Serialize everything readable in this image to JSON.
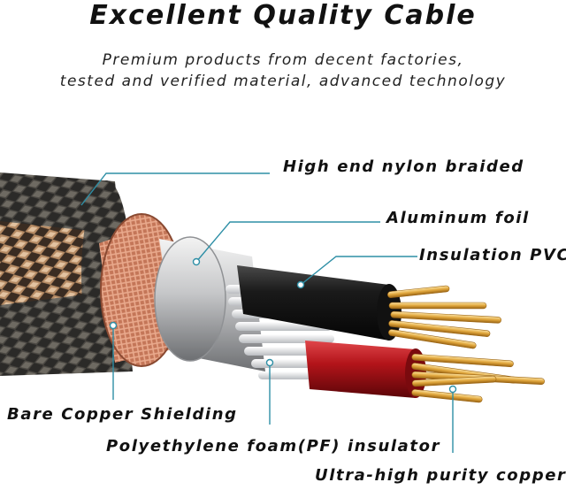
{
  "header": {
    "title": "Excellent Quality Cable",
    "subtitle_line1": "Premium products from decent factories,",
    "subtitle_line2": "tested and verified material, advanced technology"
  },
  "labels": {
    "nylon": "High end nylon braided",
    "foil": "Aluminum foil",
    "pvc": "Insulation PVC",
    "shield": "Bare Copper Shielding",
    "pf": "Polyethylene foam(PF) insulator",
    "copper": "Ultra-high purity copper"
  },
  "colors": {
    "leader_line": "#2e8fa6",
    "braid_dark": "#2b2a28",
    "braid_tan": "#c9a07a",
    "copper_shield": "#c77a5c",
    "foil": "#c8c9cb",
    "pvc_black": "#141414",
    "pvc_red": "#b3141a",
    "copper_wire": "#e0a63c"
  }
}
